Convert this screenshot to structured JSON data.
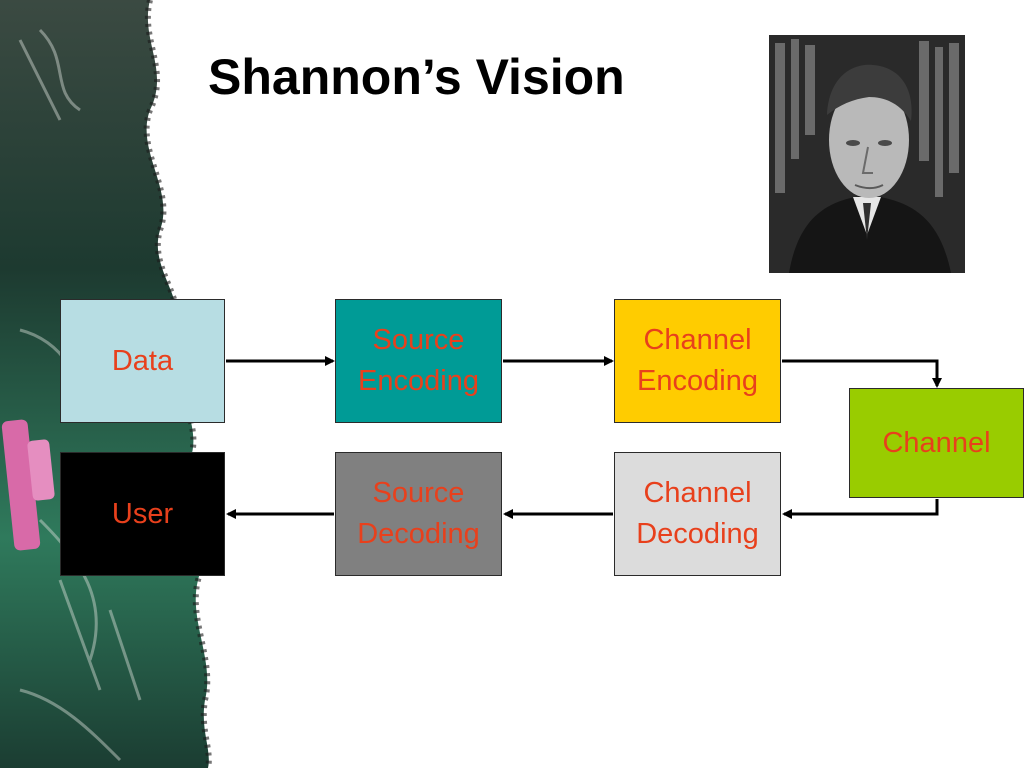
{
  "slide": {
    "title": "Shannon’s Vision"
  },
  "colors": {
    "text": "#E8401C",
    "data_fill": "#B7DDE3",
    "source_encoding_fill": "#009B96",
    "channel_encoding_fill": "#FFCC00",
    "channel_fill": "#99CC00",
    "user_fill": "#000000",
    "source_decoding_fill": "#808080",
    "channel_decoding_fill": "#DCDCDC",
    "arrow": "#000000",
    "chalkboard": "#1E4A3A"
  },
  "nodes": {
    "data": {
      "line1": "Data"
    },
    "source_encoding": {
      "line1": "Source",
      "line2": "Encoding"
    },
    "channel_encoding": {
      "line1": "Channel",
      "line2": "Encoding"
    },
    "channel": {
      "line1": "Channel"
    },
    "user": {
      "line1": "User"
    },
    "source_decoding": {
      "line1": "Source",
      "line2": "Decoding"
    },
    "channel_decoding": {
      "line1": "Channel",
      "line2": "Decoding"
    }
  },
  "edges": [
    {
      "from": "data",
      "to": "source_encoding"
    },
    {
      "from": "source_encoding",
      "to": "channel_encoding"
    },
    {
      "from": "channel_encoding",
      "to": "channel"
    },
    {
      "from": "channel",
      "to": "channel_decoding"
    },
    {
      "from": "channel_decoding",
      "to": "source_decoding"
    },
    {
      "from": "source_decoding",
      "to": "user"
    }
  ]
}
